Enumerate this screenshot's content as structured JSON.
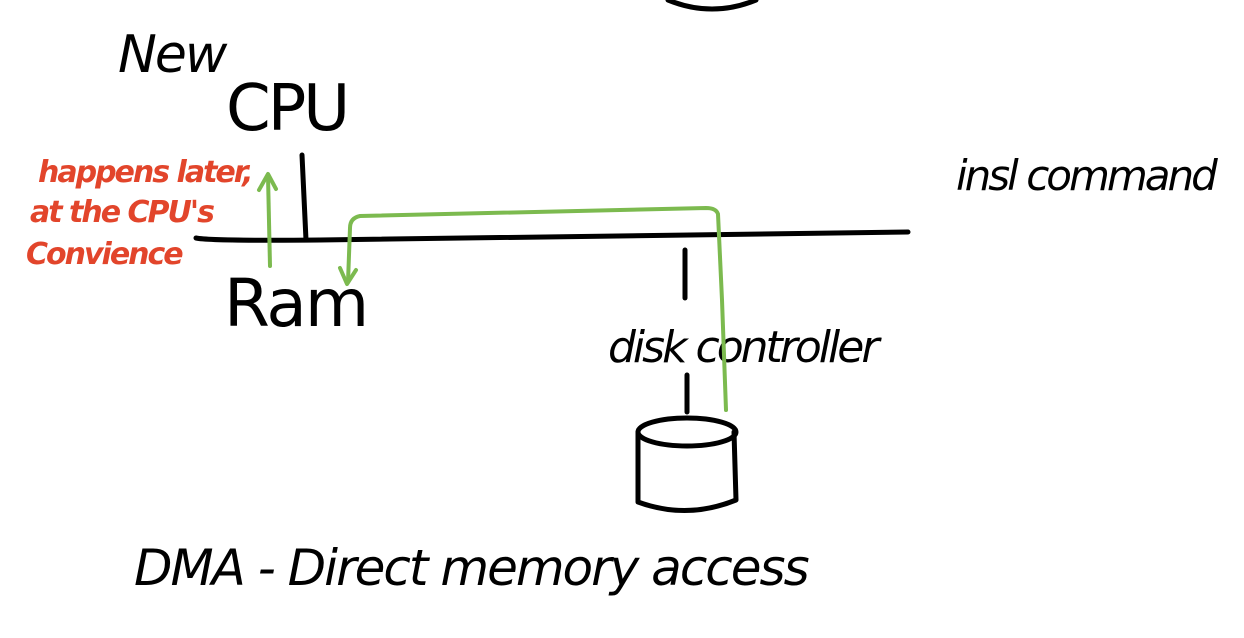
{
  "title": "New",
  "labels": {
    "cpu": "CPU",
    "ram": "Ram",
    "disk_controller": "disk controller",
    "insl_command": "insl command",
    "dma": "DMA - Direct memory access"
  },
  "annotation": {
    "lines": [
      "happens later,",
      "at the CPU's",
      "Convience"
    ]
  },
  "colors": {
    "ink": "#000000",
    "annotation": "#e2452b",
    "path": "#7cba4f",
    "background": "#ffffff"
  }
}
